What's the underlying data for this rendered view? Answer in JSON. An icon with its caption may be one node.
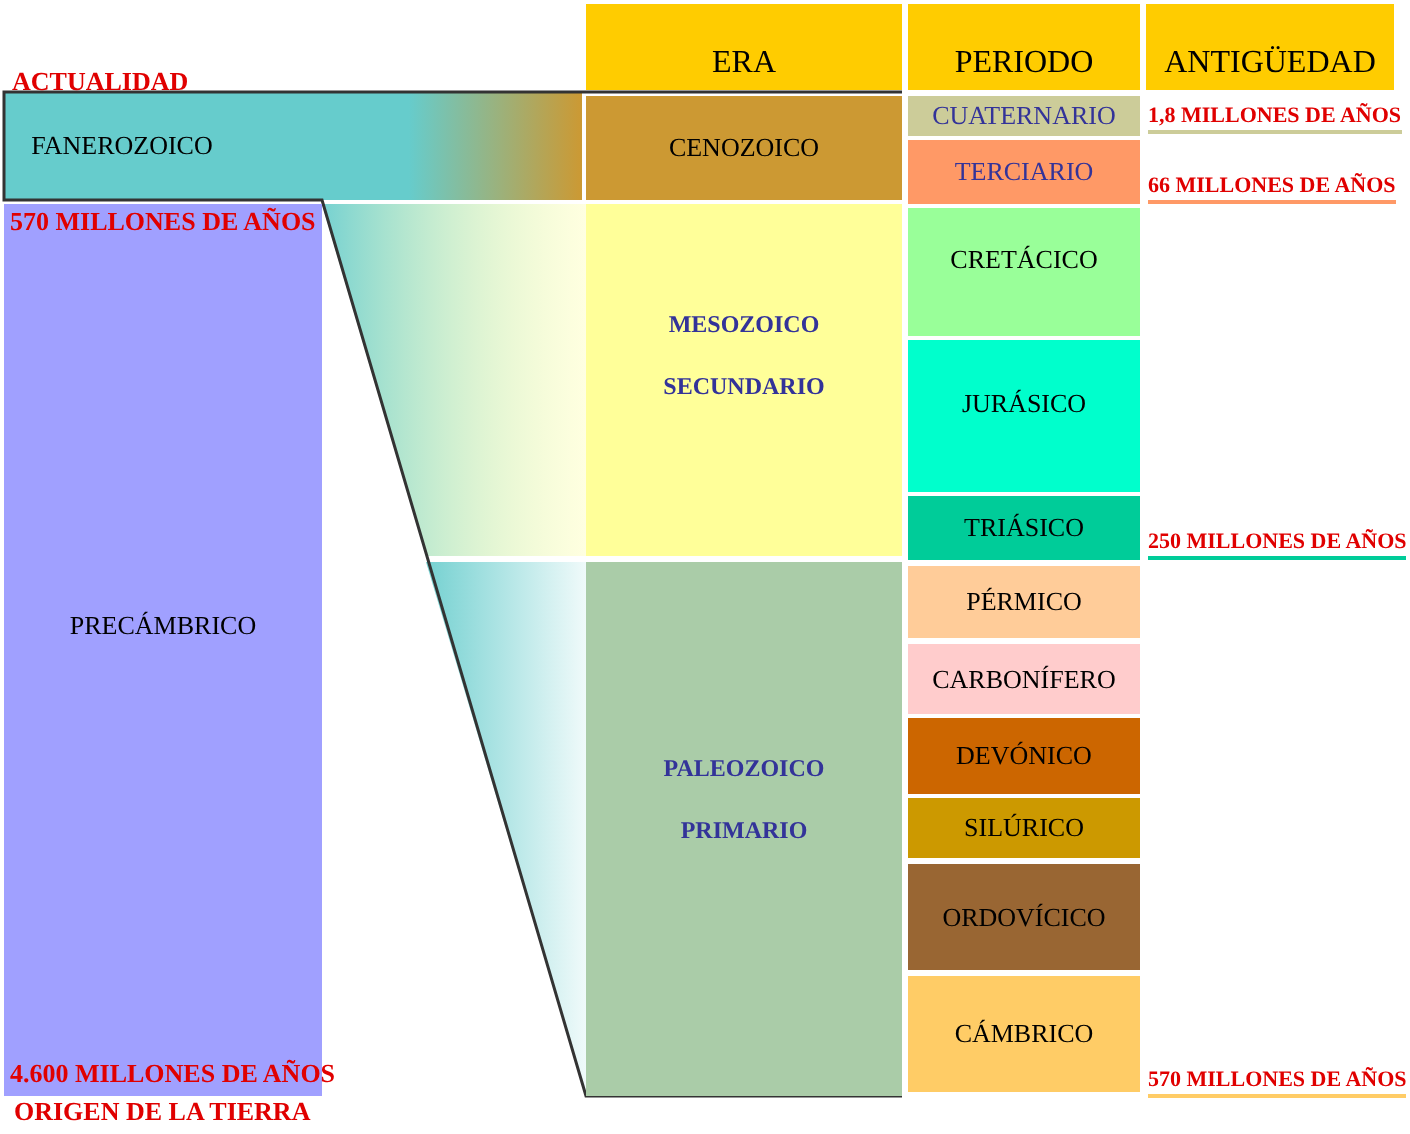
{
  "diagram": {
    "nodes": [
      {
        "text": [
          "ERA"
        ]
      },
      {
        "text": [
          "PERIODO"
        ]
      },
      {
        "text": [
          "ANTIGÜEDAD"
        ]
      },
      {
        "text": [
          "FANEROZOICO"
        ]
      },
      {
        "text": [
          "PRECÁMBRICO"
        ]
      },
      {
        "text": [
          "CENOZOICO"
        ]
      },
      {
        "text": [
          "MESOZOICO",
          "SECUNDARIO"
        ]
      },
      {
        "text": [
          "PALEOZOICO",
          "PRIMARIO"
        ]
      },
      {
        "text": [
          "CUATERNARIO"
        ],
        "beside": [
          "1,8 MILLONES DE AÑOS"
        ]
      },
      {
        "text": [
          "TERCIARIO"
        ],
        "beside": [
          "66 MILLONES DE AÑOS"
        ]
      },
      {
        "text": [
          "CRETÁCICO"
        ]
      },
      {
        "text": [
          "JURÁSICO"
        ]
      },
      {
        "text": [
          "TRIÁSICO"
        ],
        "beside": [
          "250 MILLONES DE AÑOS"
        ]
      },
      {
        "text": [
          "PÉRMICO"
        ]
      },
      {
        "text": [
          "CARBONÍFERO"
        ]
      },
      {
        "text": [
          "DEVÓNICO"
        ]
      },
      {
        "text": [
          "SILÚRICO"
        ]
      },
      {
        "text": [
          "ORDOVÍCICO"
        ]
      },
      {
        "text": [
          "CÁMBRICO"
        ],
        "beside": [
          "570 MILLONES DE AÑOS"
        ]
      }
    ],
    "labels": [
      "ACTUALIDAD",
      "570 MILLONES DE AÑOS",
      "4.600 MILLONES DE AÑOS",
      "ORIGEN DE LA TIERRA"
    ]
  }
}
